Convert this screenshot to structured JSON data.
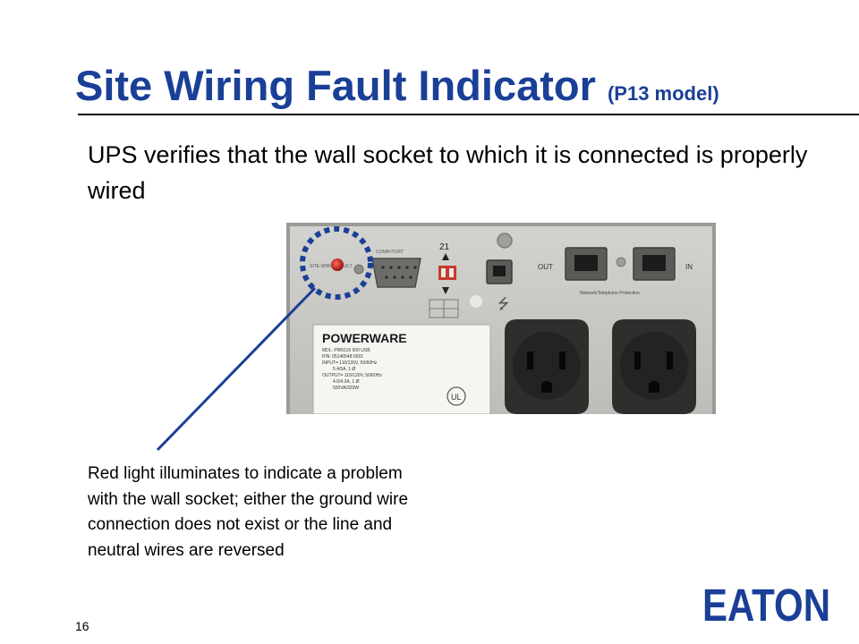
{
  "slide": {
    "title": "Site Wiring Fault Indicator",
    "title_suffix": "(P13 model)",
    "body": "UPS verifies that the wall socket to which it is connected is properly wired",
    "caption": "Red light illuminates to indicate a problem with the wall socket; either the ground wire connection does not exist or the line and neutral wires are reversed",
    "page_number": "16"
  },
  "photo": {
    "labels": {
      "site_wiring": "SITE WIRING FAULT",
      "comm_port": "COMM PORT",
      "dip_number": "21",
      "out": "OUT",
      "in": "IN",
      "network": "Network/Telephone Protection",
      "brand": "POWERWARE",
      "model": "MDL: PW5115 500 USB",
      "part": "P/N: 05146548-5501",
      "input": "INPUT= 110/120V, 50/60Hz",
      "input2": "5.4/5A, 1 Ø",
      "output": "OUTPUT= 110/120V, 50/60Hz",
      "output2": "4.5/4.2A, 1 Ø",
      "rating": "500VA/320W",
      "ul": "UL"
    }
  },
  "logo": {
    "text": "EATON"
  },
  "colors": {
    "title": "#1a3f96",
    "accent_dots": "#1a3f96",
    "logo": "#1a3f96",
    "fault_led": "#b81818",
    "panel": "#c9c9c6"
  }
}
